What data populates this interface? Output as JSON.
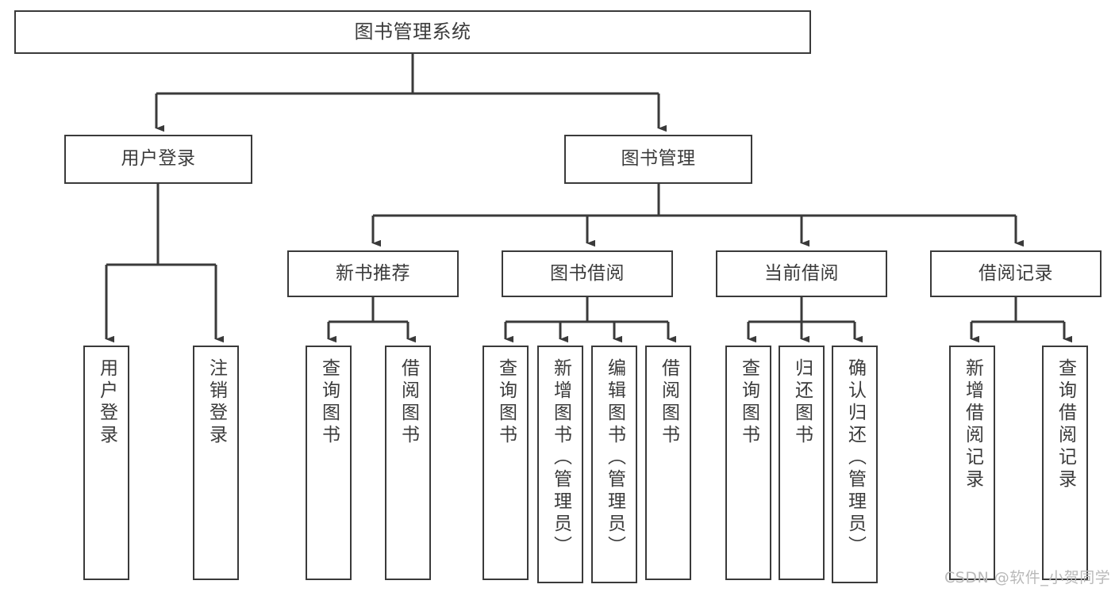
{
  "diagram": {
    "title": "图书管理系统",
    "type": "tree-hierarchy-chart",
    "colors": {
      "background": "#ffffff",
      "box_border": "#3a3a3a",
      "box_fill": "#ffffff",
      "text": "#3b3b3b",
      "connector": "#3a3a3a",
      "watermark": "#b9b9b9"
    },
    "nodes": {
      "root": {
        "label": "图书管理系统"
      },
      "level2": [
        {
          "id": "user-login",
          "label": "用户登录"
        },
        {
          "id": "book-manage",
          "label": "图书管理"
        }
      ],
      "level3": [
        {
          "id": "new-book-recommend",
          "label": "新书推荐"
        },
        {
          "id": "book-borrow",
          "label": "图书借阅"
        },
        {
          "id": "current-borrow",
          "label": "当前借阅"
        },
        {
          "id": "borrow-record",
          "label": "借阅记录"
        }
      ],
      "leaves": {
        "user-login": [
          {
            "id": "leaf-user-login",
            "label": "用户登录"
          },
          {
            "id": "leaf-user-logout",
            "label": "注销登录"
          }
        ],
        "new-book-recommend": [
          {
            "id": "leaf-query-book-1",
            "label": "查询图书"
          },
          {
            "id": "leaf-borrow-book-1",
            "label": "借阅图书"
          }
        ],
        "book-borrow": [
          {
            "id": "leaf-query-book-2",
            "label": "查询图书"
          },
          {
            "id": "leaf-add-book",
            "label": "新增图书（管理员）"
          },
          {
            "id": "leaf-edit-book",
            "label": "编辑图书（管理员）"
          },
          {
            "id": "leaf-borrow-book-2",
            "label": "借阅图书"
          }
        ],
        "current-borrow": [
          {
            "id": "leaf-query-book-3",
            "label": "查询图书"
          },
          {
            "id": "leaf-return-book",
            "label": "归还图书"
          },
          {
            "id": "leaf-confirm-return",
            "label": "确认归还（管理员）"
          }
        ],
        "borrow-record": [
          {
            "id": "leaf-add-record",
            "label": "新增借阅记录"
          },
          {
            "id": "leaf-query-record",
            "label": "查询借阅记录"
          }
        ]
      }
    },
    "watermark": "CSDN @软件_小贺同学"
  }
}
